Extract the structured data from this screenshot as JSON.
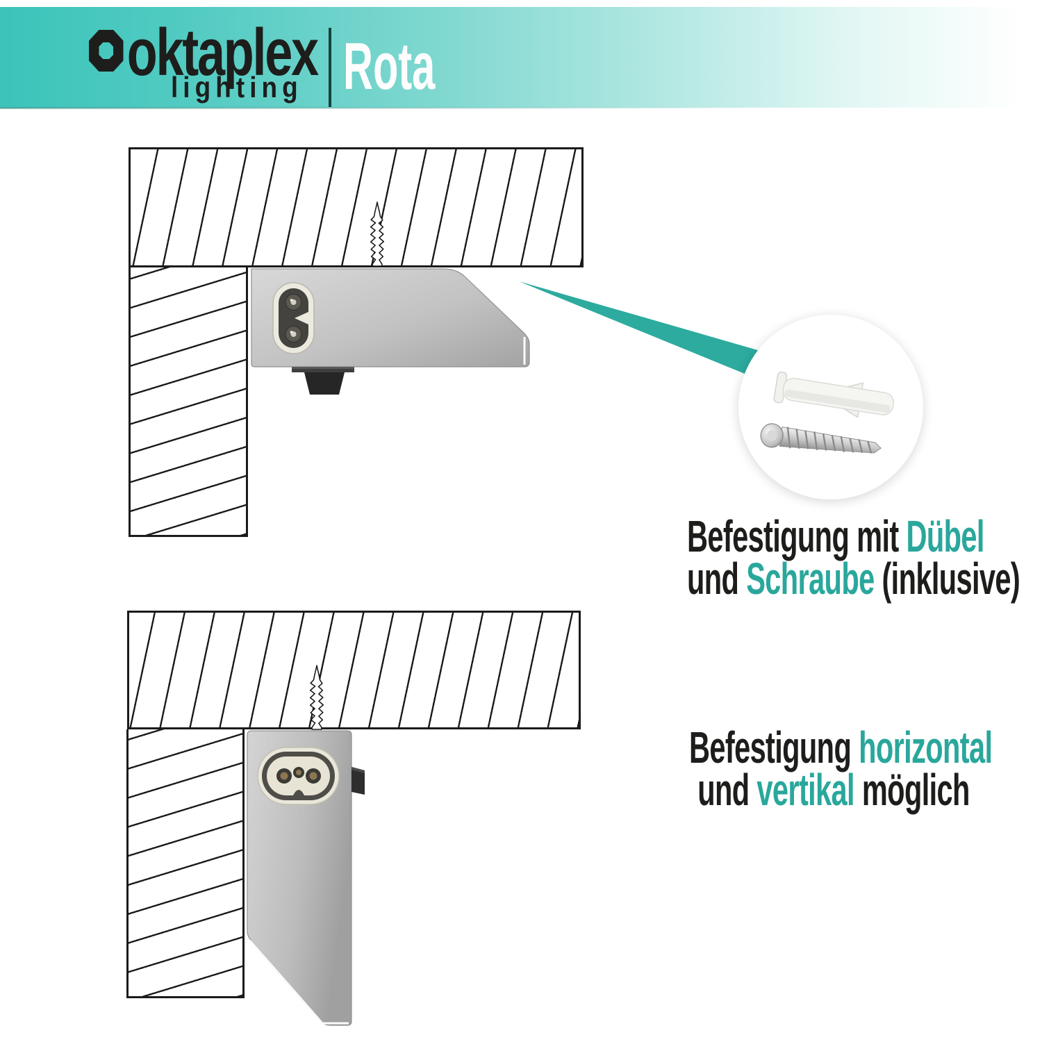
{
  "header": {
    "brand": "oktaplex",
    "brand_sub": "lighting",
    "product": "Rota"
  },
  "captions": {
    "fixing": {
      "line1": {
        "pre": "Befestigung mit ",
        "highlight": "Dübel",
        "post": ""
      },
      "line2": {
        "pre": "und ",
        "highlight": "Schraube",
        "post": " (inklusive)"
      }
    },
    "orientation": {
      "line1": {
        "pre": "Befestigung ",
        "highlight": "horizontal",
        "post": ""
      },
      "line2": {
        "pre": "und ",
        "highlight": "vertikal",
        "post": " möglich"
      }
    }
  },
  "colors": {
    "accent_teal": "#2AA79C",
    "pointer_teal": "#2CAB9E",
    "header_teal_left": "#3CC4BA",
    "header_fade_right": "#FFFFFF",
    "text_black": "#1D1D1B",
    "fixture_silver": "#C0C0C0",
    "connector_cream": "#E9E6DA"
  },
  "icons": {
    "logo_mark": "octagon-logo-icon",
    "inset_plug": "wall-plug-icon",
    "inset_screw": "screw-icon",
    "ceiling_screw": "screw-outline-icon",
    "top_socket": "power-socket-2pin-icon",
    "bottom_socket": "power-socket-3pin-icon",
    "pointer": "callout-pointer-icon"
  }
}
